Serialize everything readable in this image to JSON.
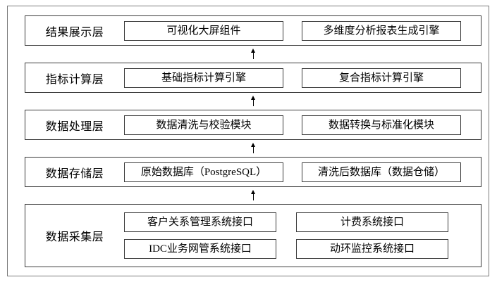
{
  "diagram": {
    "layers": [
      {
        "label": "结果展示层",
        "boxes": [
          "可视化大屏组件",
          "多维度分析报表生成引擎"
        ]
      },
      {
        "label": "指标计算层",
        "boxes": [
          "基础指标计算引擎",
          "复合指标计算引擎"
        ]
      },
      {
        "label": "数据处理层",
        "boxes": [
          "数据清洗与校验模块",
          "数据转换与标准化模块"
        ]
      },
      {
        "label": "数据存储层",
        "boxes": [
          "原始数据库（PostgreSQL）",
          "清洗后数据库（数据仓储）"
        ]
      },
      {
        "label": "数据采集层",
        "boxes": [
          "客户关系管理系统接口",
          "计费系统接口",
          "IDC业务网管系统接口",
          "动环监控系统接口"
        ]
      }
    ]
  }
}
